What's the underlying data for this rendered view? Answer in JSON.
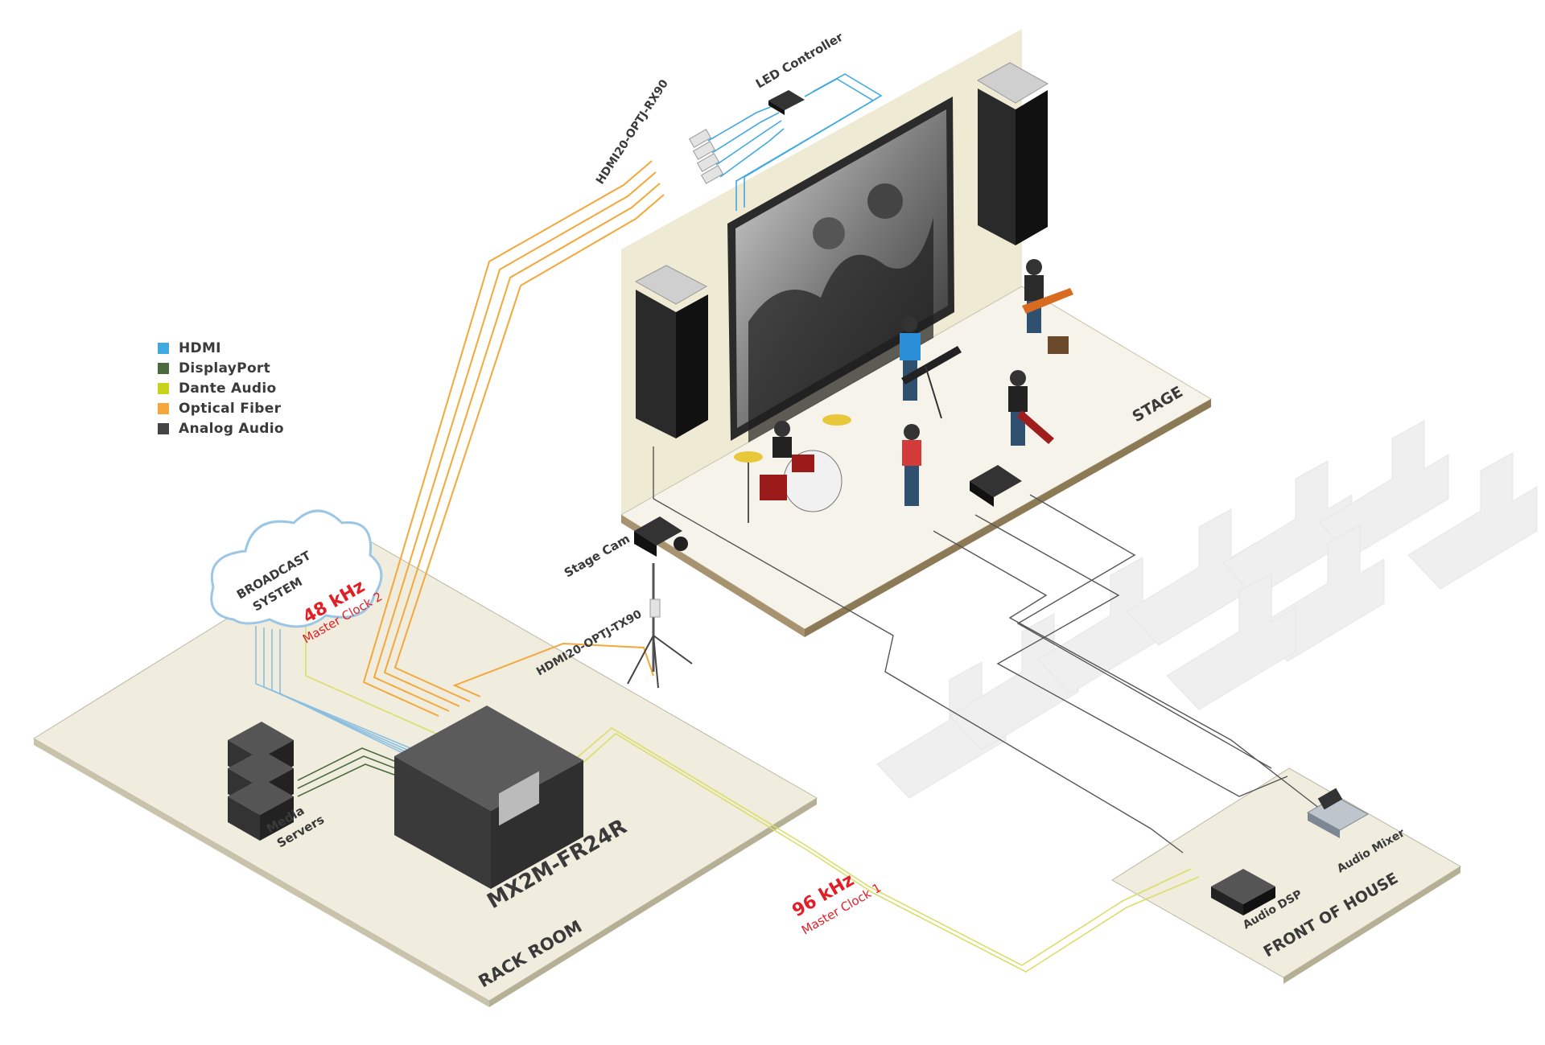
{
  "legend": [
    {
      "label": "HDMI",
      "color": "#3fa9e0"
    },
    {
      "label": "DisplayPort",
      "color": "#4c6b3c"
    },
    {
      "label": "Dante Audio",
      "color": "#c9d21c"
    },
    {
      "label": "Optical Fiber",
      "color": "#f4a73a"
    },
    {
      "label": "Analog Audio",
      "color": "#444444"
    }
  ],
  "zones": {
    "rack_room": "RACK ROOM",
    "stage": "STAGE",
    "front_of_house": "FRONT OF HOUSE"
  },
  "devices": {
    "matrix": "MX2M-FR24R",
    "media_servers_line1": "Media",
    "media_servers_line2": "Servers",
    "broadcast_line1": "BROADCAST",
    "broadcast_line2": "SYSTEM",
    "led_controller": "LED Controller",
    "receivers": "HDMI20-OPTJ-RX90",
    "transmitter": "HDMI20-OPTJ-TX90",
    "stage_cam": "Stage Cam",
    "audio_dsp": "Audio DSP",
    "audio_mixer": "Audio Mixer"
  },
  "clocks": {
    "clock2_rate": "48 kHz",
    "clock2_label": "Master Clock 2",
    "clock1_rate": "96 kHz",
    "clock1_label": "Master Clock 1",
    "accent": "#e21f26"
  }
}
